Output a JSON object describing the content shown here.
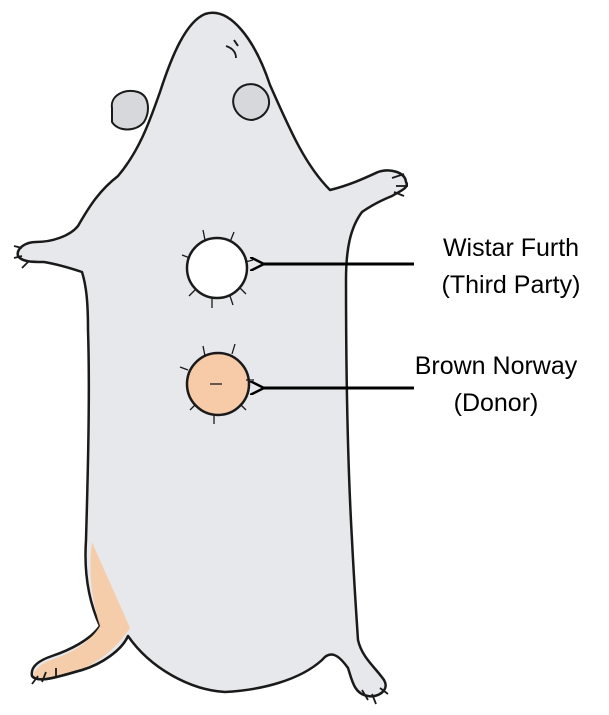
{
  "graft_labels": [
    {
      "line1": "Wistar Furth",
      "line2": "(Third Party)"
    },
    {
      "line1": "Brown Norway",
      "line2": "(Donor)"
    }
  ],
  "colors": {
    "body_fill": "#e7e8eb",
    "outline": "#1a1a1a",
    "ear_fill": "#d6d8dc",
    "donor_graft_fill": "#f7cba7",
    "third_party_graft_fill": "#ffffff",
    "tail_skin": "#f7cba7"
  }
}
